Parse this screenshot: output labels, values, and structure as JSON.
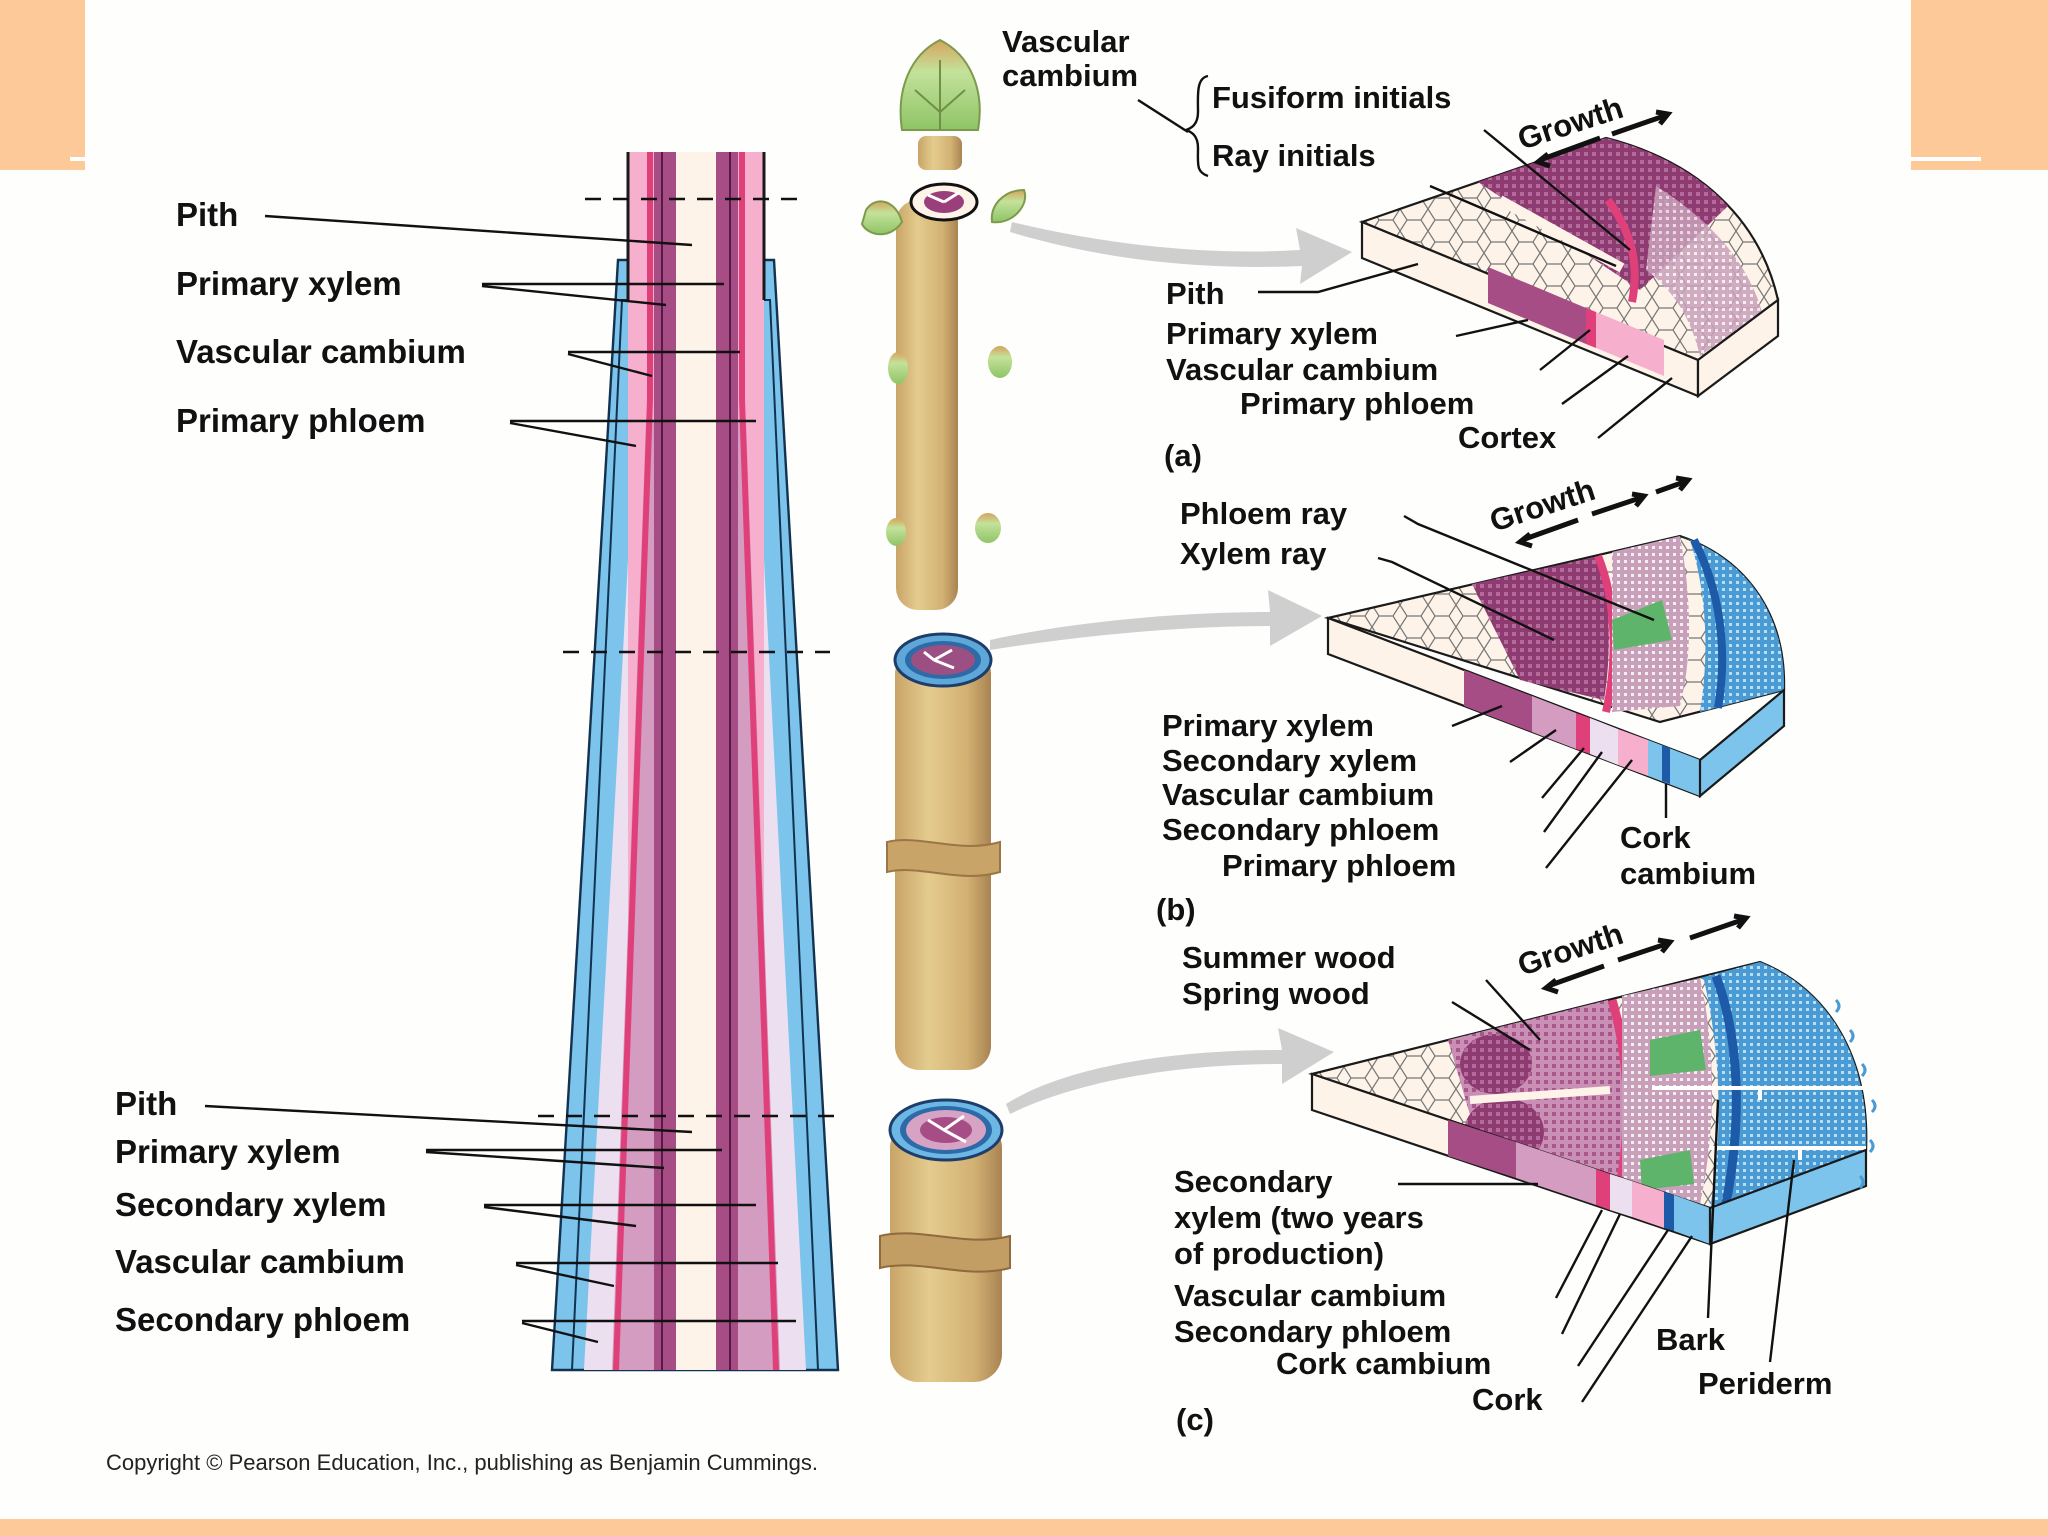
{
  "colors": {
    "slide_accent": "#fdc998",
    "background": "#fefefd",
    "pith": "#fdf3e8",
    "primary_xylem": "#a64d86",
    "secondary_xylem": "#d49cc0",
    "vascular_cambium": "#e0407a",
    "primary_phloem": "#f6afcc",
    "secondary_phloem": "#ece0f0",
    "cork": "#7cc4ec",
    "cork_cambium": "#1d5aa8",
    "ray_green": "#5fb46b",
    "bark_tan": "#d9b97a",
    "bud_green": "#b7dc8a",
    "arrow_gray": "#cfcfcf"
  },
  "stem_column": {
    "upper_labels": [
      "Pith",
      "Primary xylem",
      "Vascular cambium",
      "Primary phloem"
    ],
    "lower_labels": [
      "Pith",
      "Primary xylem",
      "Secondary xylem",
      "Vascular cambium",
      "Secondary phloem"
    ]
  },
  "top_labels": {
    "vascular_cambium_line1": "Vascular",
    "vascular_cambium_line2": "cambium",
    "fusiform_initials": "Fusiform initials",
    "ray_initials": "Ray initials"
  },
  "panels": [
    {
      "id": "a",
      "caption": "(a)",
      "growth": "Growth",
      "labels": [
        "Pith",
        "Primary xylem",
        "Vascular cambium",
        "Primary phloem",
        "Cortex"
      ]
    },
    {
      "id": "b",
      "caption": "(b)",
      "growth": "Growth",
      "top_labels": [
        "Phloem ray",
        "Xylem ray"
      ],
      "labels": [
        "Primary xylem",
        "Secondary xylem",
        "Vascular cambium",
        "Secondary phloem",
        "Primary phloem"
      ],
      "side_label_line1": "Cork",
      "side_label_line2": "cambium"
    },
    {
      "id": "c",
      "caption": "(c)",
      "growth": "Growth",
      "top_labels": [
        "Summer wood",
        "Spring wood"
      ],
      "labels": [
        "Secondary",
        "xylem (two years",
        "of production)",
        "Vascular cambium",
        "Secondary phloem",
        "Cork cambium",
        "Cork"
      ],
      "side_labels": [
        "Bark",
        "Periderm"
      ]
    }
  ],
  "copyright": "Copyright © Pearson Education, Inc., publishing as Benjamin Cummings."
}
